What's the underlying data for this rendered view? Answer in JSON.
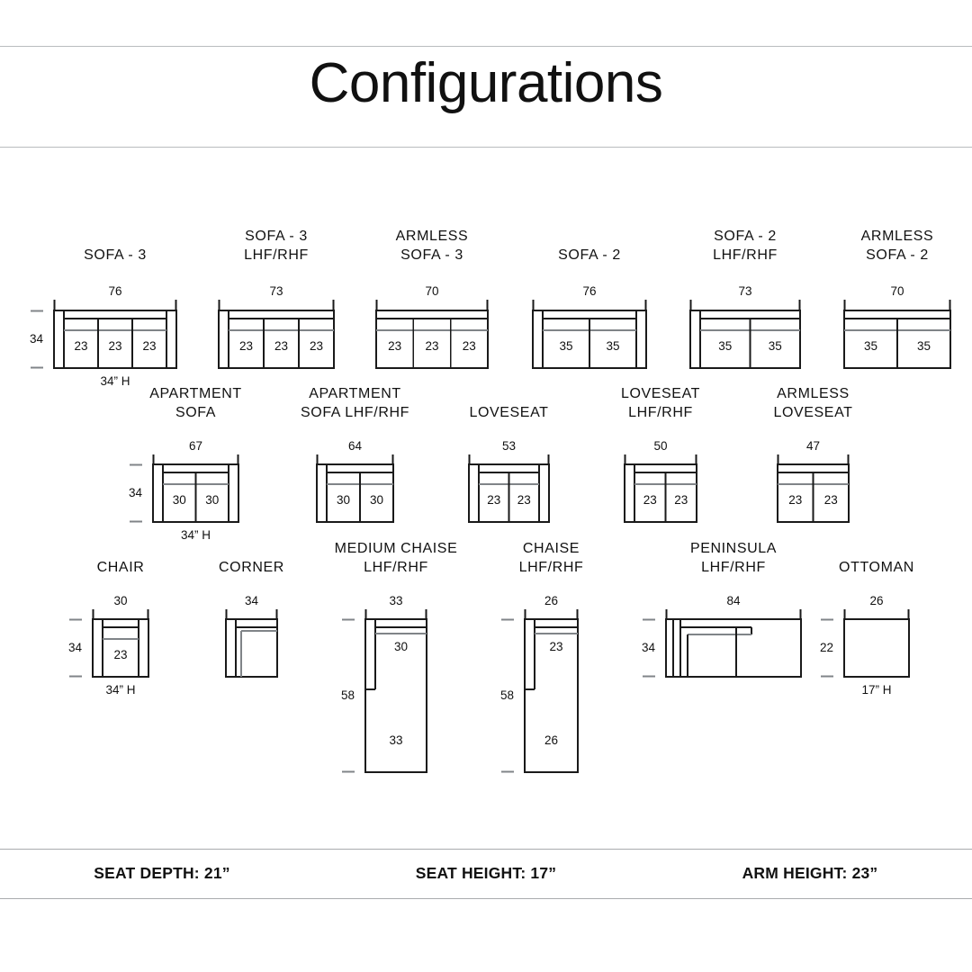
{
  "header": {
    "title": "Configurations"
  },
  "footer": {
    "items": [
      {
        "label": "SEAT DEPTH: 21”"
      },
      {
        "label": "SEAT HEIGHT: 17”"
      },
      {
        "label": "ARM HEIGHT: 23”"
      }
    ]
  },
  "colors": {
    "line": "#1a1a1a",
    "line_soft": "#808488",
    "rule": "#b9bcbe",
    "text": "#111111",
    "background": "#ffffff"
  },
  "rows": [
    {
      "name": "row-1",
      "modules": [
        {
          "id": "sofa-3",
          "title": "SOFA - 3",
          "kind": "seating",
          "arms": "both",
          "width_label": "76",
          "height_label": "34",
          "height_note": "34” H",
          "seats": [
            "23",
            "23",
            "23"
          ]
        },
        {
          "id": "sofa-3-lhf-rhf",
          "title": "SOFA - 3\nLHF/RHF",
          "kind": "seating",
          "arms": "left",
          "width_label": "73",
          "height_label": "",
          "height_note": "",
          "seats": [
            "23",
            "23",
            "23"
          ]
        },
        {
          "id": "armless-sofa-3",
          "title": "ARMLESS\nSOFA - 3",
          "kind": "seating",
          "arms": "none",
          "width_label": "70",
          "height_label": "",
          "height_note": "",
          "seats": [
            "23",
            "23",
            "23"
          ]
        },
        {
          "id": "sofa-2",
          "title": "SOFA - 2",
          "kind": "seating",
          "arms": "both",
          "width_label": "76",
          "height_label": "",
          "height_note": "",
          "seats": [
            "35",
            "35"
          ]
        },
        {
          "id": "sofa-2-lhf-rhf",
          "title": "SOFA - 2\nLHF/RHF",
          "kind": "seating",
          "arms": "left",
          "width_label": "73",
          "height_label": "",
          "height_note": "",
          "seats": [
            "35",
            "35"
          ]
        },
        {
          "id": "armless-sofa-2",
          "title": "ARMLESS\nSOFA - 2",
          "kind": "seating",
          "arms": "none",
          "width_label": "70",
          "height_label": "",
          "height_note": "",
          "seats": [
            "35",
            "35"
          ]
        }
      ]
    },
    {
      "name": "row-2",
      "modules": [
        {
          "id": "apartment-sofa",
          "title": "APARTMENT\nSOFA",
          "kind": "seating",
          "arms": "both",
          "width_label": "67",
          "height_label": "34",
          "height_note": "34” H",
          "seats": [
            "30",
            "30"
          ]
        },
        {
          "id": "apartment-sofa-lhf-rhf",
          "title": "APARTMENT\nSOFA LHF/RHF",
          "kind": "seating",
          "arms": "left",
          "width_label": "64",
          "height_label": "",
          "height_note": "",
          "seats": [
            "30",
            "30"
          ]
        },
        {
          "id": "loveseat",
          "title": "LOVESEAT",
          "kind": "seating",
          "arms": "both",
          "width_label": "53",
          "height_label": "",
          "height_note": "",
          "seats": [
            "23",
            "23"
          ]
        },
        {
          "id": "loveseat-lhf-rhf",
          "title": "LOVESEAT\nLHF/RHF",
          "kind": "seating",
          "arms": "left",
          "width_label": "50",
          "height_label": "",
          "height_note": "",
          "seats": [
            "23",
            "23"
          ]
        },
        {
          "id": "armless-loveseat",
          "title": "ARMLESS\nLOVESEAT",
          "kind": "seating",
          "arms": "none",
          "width_label": "47",
          "height_label": "",
          "height_note": "",
          "seats": [
            "23",
            "23"
          ]
        }
      ]
    },
    {
      "name": "row-3",
      "modules": [
        {
          "id": "chair",
          "title": "CHAIR",
          "kind": "seating",
          "arms": "both",
          "width_label": "30",
          "height_label": "34",
          "height_note": "34” H",
          "seats": [
            "23"
          ]
        },
        {
          "id": "corner",
          "title": "CORNER",
          "kind": "corner",
          "arms": "left",
          "width_label": "34",
          "height_label": "",
          "height_note": "",
          "seats": []
        },
        {
          "id": "medium-chaise-lhf-rhf",
          "title": "MEDIUM CHAISE\nLHF/RHF",
          "kind": "chaise",
          "arms": "left",
          "width_label": "33",
          "height_label": "58",
          "height_note": "",
          "seats": [
            "30"
          ],
          "chaise_label": "33"
        },
        {
          "id": "chaise-lhf-rhf",
          "title": "CHAISE\nLHF/RHF",
          "kind": "chaise",
          "arms": "left",
          "width_label": "26",
          "height_label": "58",
          "height_note": "",
          "seats": [
            "23"
          ],
          "chaise_label": "26"
        },
        {
          "id": "peninsula-lhf-rhf",
          "title": "PENINSULA\nLHF/RHF",
          "kind": "peninsula",
          "arms": "left",
          "width_label": "84",
          "height_label": "34",
          "height_note": "",
          "seats": []
        },
        {
          "id": "ottoman",
          "title": "OTTOMAN",
          "kind": "ottoman",
          "arms": "none",
          "width_label": "26",
          "height_label": "22",
          "height_note": "17” H",
          "seats": []
        }
      ]
    }
  ]
}
